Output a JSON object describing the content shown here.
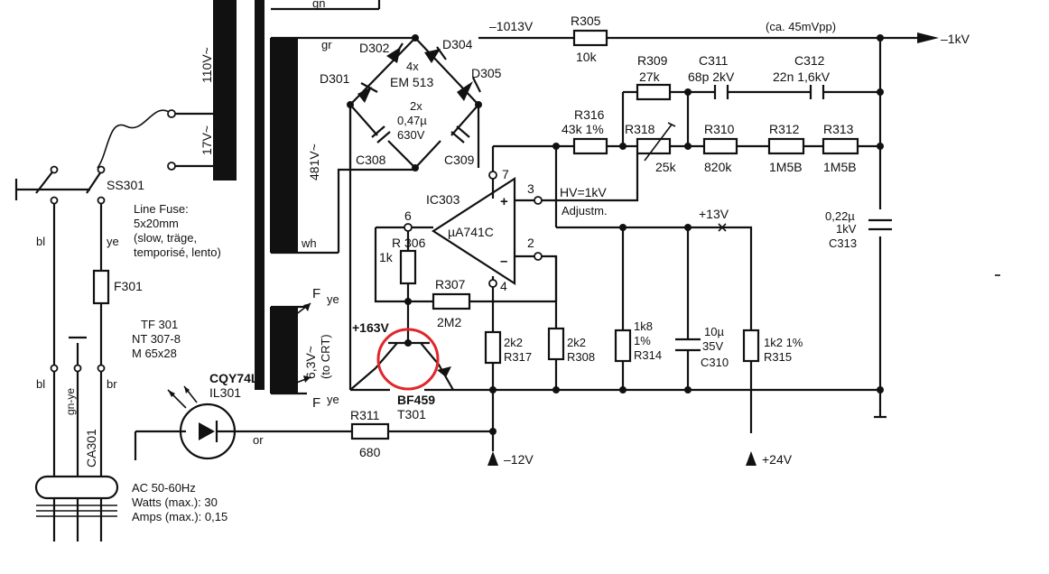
{
  "labels": {
    "top_gn": "gn",
    "tf_110v": "110V~",
    "tf_17v": "17V~",
    "tf_gn": "gn",
    "tf_481v": "481V~",
    "tf_gr": "gr",
    "tf_wh": "wh",
    "tf_63v": "6,3V~",
    "tf_to_crt": "(to CRT)",
    "f_top": "F",
    "ye_top": "ye",
    "f_bot": "F",
    "ye_bot": "ye",
    "d302": "D302",
    "d304": "D304",
    "d301": "D301",
    "d305": "D305",
    "em_count": "4x",
    "em_type": "EM 513",
    "cap_count": "2x",
    "cap_value": "0,47µ",
    "cap_voltage": "630V",
    "c308": "C308",
    "c309": "C309",
    "v_1013": "–1013V",
    "r305": "R305",
    "r305_val": "10k",
    "ca45": "(ca. 45mVpp)",
    "out_1kv": "–1kV",
    "r309": "R309",
    "r309_val": "27k",
    "c311": "C311",
    "c311_val": "68p 2kV",
    "c312": "C312",
    "c312_val": "22n 1,6kV",
    "r316": "R316",
    "r316_val": "43k 1%",
    "r318": "R318",
    "r318_val": "25k",
    "r310": "R310",
    "r310_val": "820k",
    "r312": "R312",
    "r312_val": "1M5B",
    "r313": "R313",
    "r313_val": "1M5B",
    "c313_val": "0,22µ",
    "c313_v": "1kV",
    "c313": "C313",
    "ic303": "IC303",
    "ua741": "µA741C",
    "pin7": "7",
    "pin6": "6",
    "pin3": "3",
    "pin2": "2",
    "pin4": "4",
    "plus_sign": "+",
    "minus_sign": "–",
    "hv_adj": "HV=1kV",
    "adjustm": "Adjustm.",
    "v13": "+13V",
    "r306": "R 306",
    "r306_val": "1k",
    "r307": "R307",
    "r307_val": "2M2",
    "v163": "+163V",
    "r317_val": "2k2",
    "r317": "R317",
    "r308_val": "2k2",
    "r308": "R308",
    "r314_val": "1k8",
    "r314_tol": "1%",
    "r314": "R314",
    "c310_val": "10µ",
    "c310_v": "35V",
    "c310": "C310",
    "r315_val": "1k2 1%",
    "r315": "R315",
    "bf459": "BF459",
    "t301": "T301",
    "r311": "R311",
    "r311_val": "680",
    "or": "or",
    "v_neg12": "–12V",
    "v_24": "+24V",
    "cqy74l": "CQY74L",
    "il301": "IL301",
    "ss301": "SS301",
    "fuse_title": "Line Fuse:",
    "fuse_size": "5x20mm",
    "fuse_type1": "(slow, träge,",
    "fuse_type2": "temporisé, lento)",
    "bl_top": "bl",
    "ye_left": "ye",
    "f301": "F301",
    "tf301": "TF 301",
    "nt307": "NT 307-8",
    "m65": "M 65x28",
    "bl_bot": "bl",
    "gnye": "gn-ye",
    "br": "br",
    "ca301": "CA301",
    "ac": "AC 50-60Hz",
    "watts": "Watts (max.): 30",
    "amps": "Amps (max.): 0,15"
  },
  "highlight": {
    "target": "T301",
    "color": "#e0262b"
  }
}
